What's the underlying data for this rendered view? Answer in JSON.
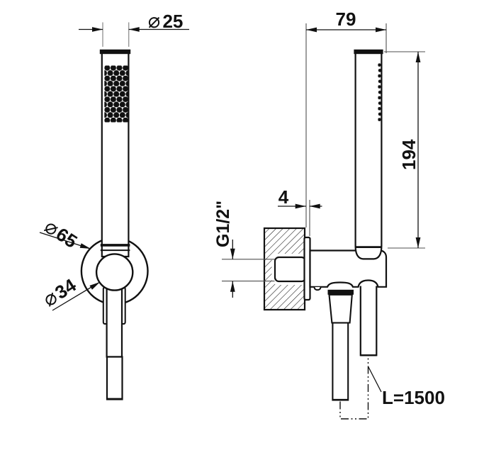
{
  "drawing": {
    "background": "#ffffff",
    "ink_color": "#111111",
    "extension_line_color": "#8f8f8f",
    "labels": {
      "diameter_symbol": "⌀",
      "head_diameter": "25",
      "wall_offset": "79",
      "handshower_length": "194",
      "flange_thickness": "4",
      "thread": "G1/2\"",
      "holder_outer_diameter": "65",
      "holder_inner_diameter": "34",
      "hose_length": "L=1500"
    }
  }
}
